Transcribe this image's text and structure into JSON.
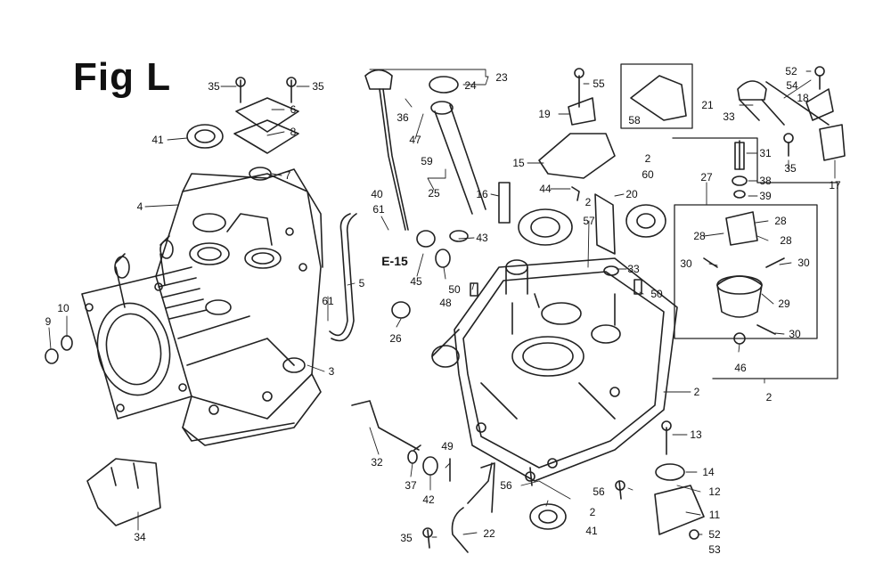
{
  "figure": {
    "title": "Fig L"
  },
  "parts": [
    {
      "id": "p35a",
      "label": "35"
    },
    {
      "id": "p35b",
      "label": "35"
    },
    {
      "id": "p6",
      "label": "6"
    },
    {
      "id": "p8",
      "label": "8"
    },
    {
      "id": "p41a",
      "label": "41"
    },
    {
      "id": "p7",
      "label": "7"
    },
    {
      "id": "p4",
      "label": "4"
    },
    {
      "id": "p10",
      "label": "10"
    },
    {
      "id": "p9",
      "label": "9"
    },
    {
      "id": "p3",
      "label": "3"
    },
    {
      "id": "p34",
      "label": "34"
    },
    {
      "id": "p40",
      "label": "40"
    },
    {
      "id": "p61a",
      "label": "61"
    },
    {
      "id": "p61b",
      "label": "61"
    },
    {
      "id": "p5",
      "label": "5"
    },
    {
      "id": "pE15",
      "label": "E-15"
    },
    {
      "id": "p26",
      "label": "26"
    },
    {
      "id": "p23",
      "label": "23"
    },
    {
      "id": "p24",
      "label": "24"
    },
    {
      "id": "p36",
      "label": "36"
    },
    {
      "id": "p47",
      "label": "47"
    },
    {
      "id": "p59",
      "label": "59"
    },
    {
      "id": "p25",
      "label": "25"
    },
    {
      "id": "p45",
      "label": "45"
    },
    {
      "id": "p43",
      "label": "43"
    },
    {
      "id": "p48",
      "label": "48"
    },
    {
      "id": "p50a",
      "label": "50"
    },
    {
      "id": "p16",
      "label": "16"
    },
    {
      "id": "p55",
      "label": "55"
    },
    {
      "id": "p19",
      "label": "19"
    },
    {
      "id": "p15",
      "label": "15"
    },
    {
      "id": "p44",
      "label": "44"
    },
    {
      "id": "p2a",
      "label": "2"
    },
    {
      "id": "p20",
      "label": "20"
    },
    {
      "id": "p57",
      "label": "57"
    },
    {
      "id": "p2b",
      "label": "2"
    },
    {
      "id": "p60",
      "label": "60"
    },
    {
      "id": "p33a",
      "label": "33"
    },
    {
      "id": "p50b",
      "label": "50"
    },
    {
      "id": "p58",
      "label": "58"
    },
    {
      "id": "p52a",
      "label": "52"
    },
    {
      "id": "p54",
      "label": "54"
    },
    {
      "id": "p18",
      "label": "18"
    },
    {
      "id": "p21",
      "label": "21"
    },
    {
      "id": "p33b",
      "label": "33"
    },
    {
      "id": "p17",
      "label": "17"
    },
    {
      "id": "p31",
      "label": "31"
    },
    {
      "id": "p38",
      "label": "38"
    },
    {
      "id": "p35c",
      "label": "35"
    },
    {
      "id": "p39",
      "label": "39"
    },
    {
      "id": "p27",
      "label": "27"
    },
    {
      "id": "p28a",
      "label": "28"
    },
    {
      "id": "p28b",
      "label": "28"
    },
    {
      "id": "p28c",
      "label": "28"
    },
    {
      "id": "p30a",
      "label": "30"
    },
    {
      "id": "p30b",
      "label": "30"
    },
    {
      "id": "p29",
      "label": "29"
    },
    {
      "id": "p30c",
      "label": "30"
    },
    {
      "id": "p46",
      "label": "46"
    },
    {
      "id": "p2c",
      "label": "2"
    },
    {
      "id": "p2d",
      "label": "2"
    },
    {
      "id": "p13",
      "label": "13"
    },
    {
      "id": "p14",
      "label": "14"
    },
    {
      "id": "p12",
      "label": "12"
    },
    {
      "id": "p11",
      "label": "11"
    },
    {
      "id": "p52b",
      "label": "52"
    },
    {
      "id": "p53",
      "label": "53"
    },
    {
      "id": "p56a",
      "label": "56"
    },
    {
      "id": "p56b",
      "label": "56"
    },
    {
      "id": "p2e",
      "label": "2"
    },
    {
      "id": "p41b",
      "label": "41"
    },
    {
      "id": "p32",
      "label": "32"
    },
    {
      "id": "p37",
      "label": "37"
    },
    {
      "id": "p42",
      "label": "42"
    },
    {
      "id": "p49",
      "label": "49"
    },
    {
      "id": "p35d",
      "label": "35"
    },
    {
      "id": "p22",
      "label": "22"
    }
  ]
}
